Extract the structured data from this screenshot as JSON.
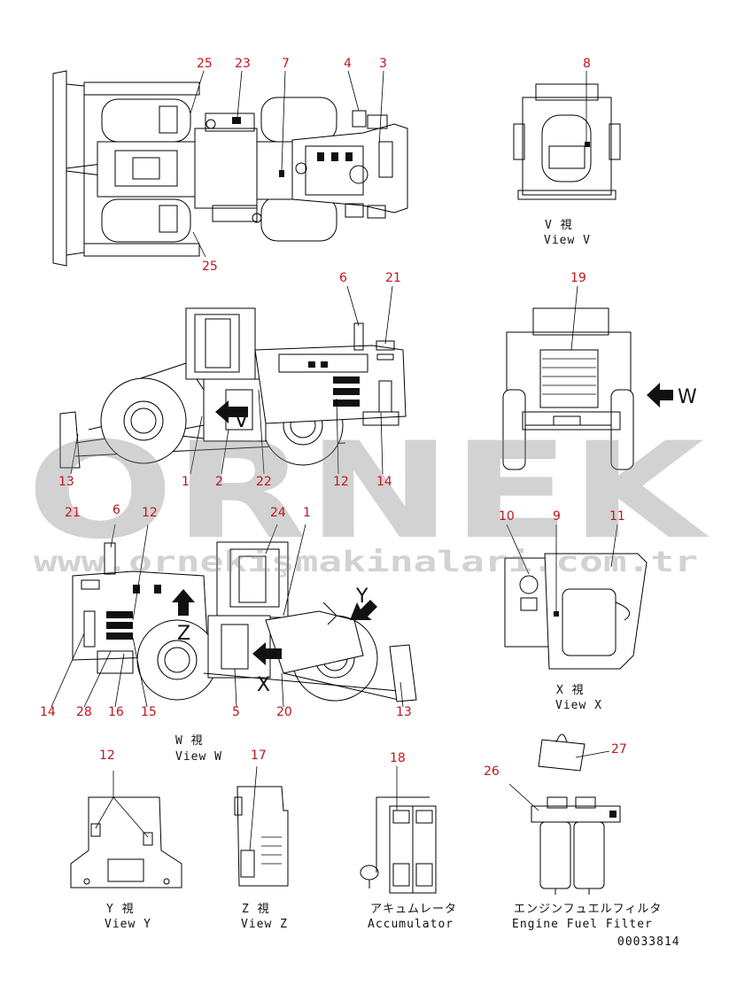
{
  "callouts": {
    "top": {
      "c25a": "25",
      "c23": "23",
      "c7": "7",
      "c4": "4",
      "c3": "3",
      "c25b": "25",
      "c8": "8"
    },
    "side1": {
      "c6": "6",
      "c21": "21",
      "c19": "19",
      "c13": "13",
      "c1": "1",
      "c2": "2",
      "c22": "22",
      "c12": "12",
      "c14": "14"
    },
    "side2": {
      "c21": "21",
      "c6": "6",
      "c12": "12",
      "c24": "24",
      "c1": "1",
      "c10": "10",
      "c9": "9",
      "c11": "11",
      "c14": "14",
      "c28": "28",
      "c16": "16",
      "c15": "15",
      "c5": "5",
      "c20": "20",
      "c13": "13"
    },
    "details": {
      "c12": "12",
      "c17": "17",
      "c18": "18",
      "c26": "26",
      "c27": "27"
    }
  },
  "captions": {
    "view_v_jp": "V  視",
    "view_v_en": "View V",
    "view_w_jp": "W  視",
    "view_w_en": "View W",
    "view_x_jp": "X  視",
    "view_x_en": "View X",
    "view_y_jp": "Y  視",
    "view_y_en": "View Y",
    "view_z_jp": "Z  視",
    "view_z_en": "View Z",
    "accumulator_jp": "アキュムレータ",
    "accumulator_en": "Accumulator",
    "filter_jp": "エンジンフュエルフィルタ",
    "filter_en": "Engine Fuel Filter",
    "drawing_number": "00033814"
  },
  "view_letters": {
    "v": "V",
    "w": "W",
    "x": "X",
    "y": "Y",
    "z": "Z"
  },
  "watermark": {
    "brand": "ORNEK",
    "url": "www.ornekişmakinalari.com.tr"
  },
  "colors": {
    "callout": "#c0151e",
    "line": "#000000",
    "watermark": "#8a8a8a"
  }
}
